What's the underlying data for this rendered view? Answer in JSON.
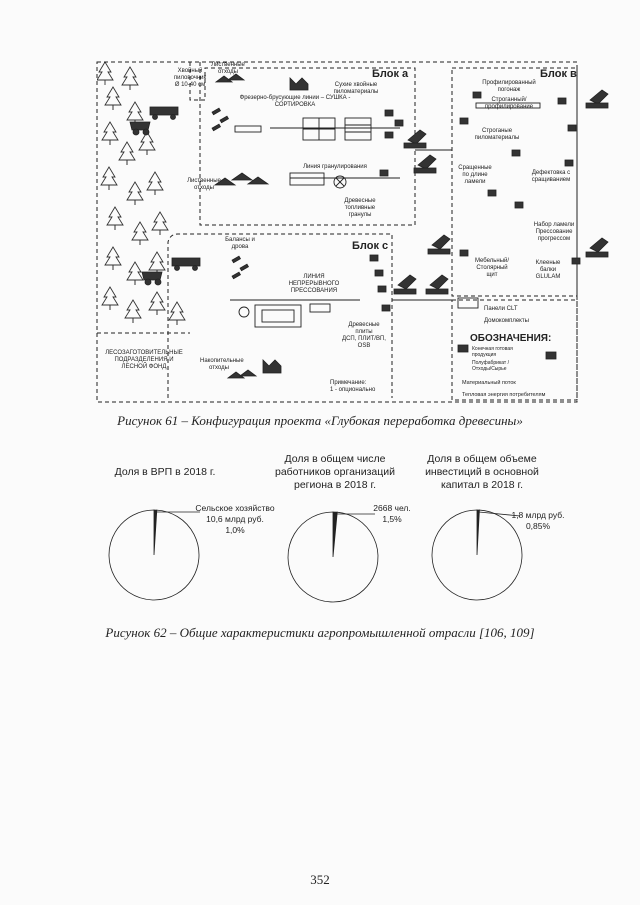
{
  "fig61": {
    "caption": "Рисунок 61 – Конфигурация проекта «Глубокая переработка древесины»",
    "blocks": {
      "a": "Блок а",
      "b": "Блок в",
      "c": "Блок с"
    },
    "labels": {
      "otkhody_top": "Лиственные\nотходы",
      "khvoinye": "Хвойный\nпиловочник\nØ 10-40 см",
      "sushenye": "Сухие хвойные\nпиломатериалы",
      "frezerno": "Фрезерно-брусующие линии – СУШКА -\nСОРТИРОВКА",
      "listv_otkhody": "Лиственные\nотходы",
      "liniya_gran": "Линия гранулирования",
      "drevesnye_gran": "Древесные\nтопливные\nгранулы",
      "balansy": "Балансы и\nдрова",
      "liniya_nepr": "ЛИНИЯ\nНЕПРЕРЫВНОГО\nПРЕССОВАНИЯ",
      "drevesnye_plity": "Древесные\nплиты\nДСП, ПЛИТ/ВП,\nOSB",
      "lesozag": "ЛЕСОЗАГОТОВИТЕЛЬНЫЕ\nПОДРАЗДЕЛЕНИЯ И\nЛЕСНОЙ ФОНД",
      "nakopitelnye": "Накопительные\nотходы",
      "primechanie": "Примечание:\n1 - опционально",
      "profilirovanny": "Профилированный\nпогонаж",
      "strogany_prof": "Строганный/профилирование",
      "strogany_pilo": "Строганые\nпиломатериалы",
      "sraschennye": "Сращенные\nпо длине\nламели",
      "defektovka": "Дефектовка с\nсращиванием",
      "nabor": "Набор ламели\nПрессование\nпрогрессом",
      "mebelny": "Мебельный/\nСтолярный\nщит",
      "kleenye": "Клееные\nбалки\nGLULAM",
      "paneli_clt": "Панели CLT",
      "domokomplekty": "Домокомплекты"
    },
    "legend": {
      "title": "ОБОЗНАЧЕНИЯ:",
      "item1": "Конечная готовая\nпродукция",
      "item2": "Полуфабрикат /\nОтходы/Сырье",
      "item3": "Материальный поток",
      "item4": "Тепловая энергия потребителям"
    }
  },
  "fig62": {
    "caption": "Рисунок 62 – Общие характеристики агропромышленной отрасли [106, 109]",
    "chart_data": [
      {
        "type": "pie",
        "title": "Доля в ВРП в 2018 г.",
        "annotation": "Сельское хозяйство\n10,6 млрд руб.\n1,0%",
        "values": [
          1.0,
          99.0
        ]
      },
      {
        "type": "pie",
        "title": "Доля в общем числе\nработников организаций\nрегиона в 2018 г.",
        "annotation": "2668 чел.\n1,5%",
        "values": [
          1.5,
          98.5
        ]
      },
      {
        "type": "pie",
        "title": "Доля в общем объеме\nинвестиций в основной\nкапитал в 2018 г.",
        "annotation": "1,8 млрд руб.\n0,85%",
        "values": [
          0.85,
          99.15
        ]
      }
    ]
  },
  "page_number": "352"
}
